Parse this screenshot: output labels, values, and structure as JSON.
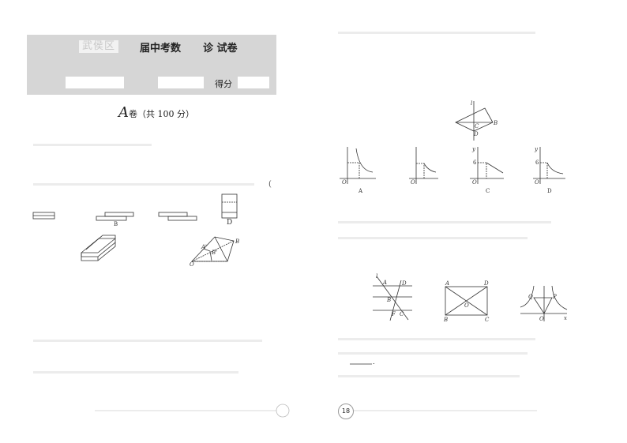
{
  "left_page": {
    "header": {
      "district": "武侯区",
      "title_part1": "届中考数",
      "title_part2": "诊 试卷",
      "score_label": "得分"
    },
    "section_title": {
      "letter": "A",
      "text": "卷（共 100 分）"
    },
    "paren": "(",
    "q_options": {
      "b": "B",
      "d": "D"
    },
    "geometry_labels": {
      "b": "B",
      "a1": "A'",
      "b1": "B'",
      "o": "O"
    }
  },
  "right_page": {
    "kite_labels": {
      "l": "l",
      "c": "C",
      "b": "B",
      "d": "D"
    },
    "graph_options": {
      "a": "A",
      "c": "C",
      "d": "D",
      "o": "O",
      "y": "y",
      "six": "6"
    },
    "lines_labels": {
      "l": "l",
      "a": "A",
      "d": "D",
      "b": "B",
      "f": "F",
      "c": "C"
    },
    "rect_labels": {
      "a": "A",
      "d": "D",
      "o": "O",
      "b": "B",
      "c": "C"
    },
    "hyperbola_labels": {
      "q": "Q",
      "p": "P",
      "o": "O",
      "x": "x"
    },
    "blank_period": "."
  },
  "page_number": "18"
}
